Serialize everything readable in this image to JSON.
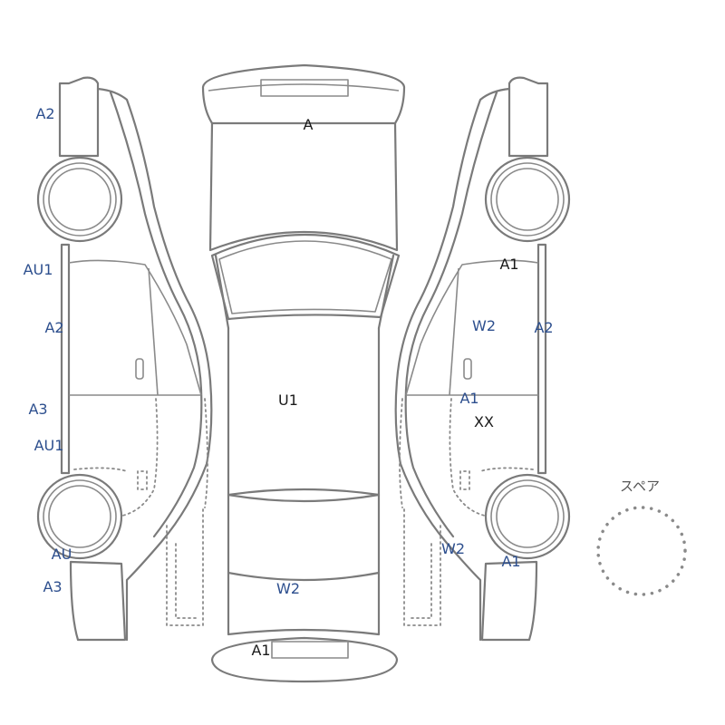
{
  "colors": {
    "outline": "#7a7a7a",
    "code_blue": "#2d4f8e",
    "code_black": "#1a1a1a"
  },
  "spare_label": "スペア",
  "codes": {
    "left_rear_fender": "A2",
    "left_rear_pillar": "AU1",
    "left_rear_door": "A2",
    "left_sill": "A3",
    "left_front_door_lower": "AU1",
    "left_front_wheel": "AU",
    "left_front_fender": "A3",
    "roof_rear": "A",
    "roof_center": "U1",
    "hood": "W2",
    "front_bumper": "A1",
    "right_rear_pillar": "A1",
    "right_rear_door_window": "W2",
    "right_rear_edge": "A2",
    "right_door_mid": "A1",
    "right_door_mark": "XX",
    "right_front_window": "W2",
    "right_front_wheel": "A1"
  }
}
